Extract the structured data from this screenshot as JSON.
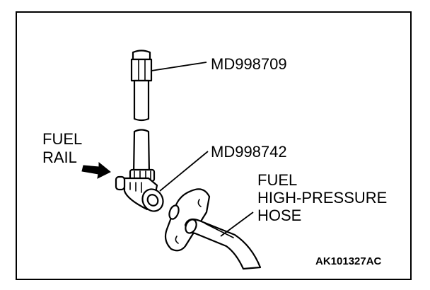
{
  "labels": {
    "tool_top": "MD998709",
    "tool_bottom": "MD998742",
    "fuel_rail_line1": "FUEL",
    "fuel_rail_line2": "RAIL",
    "hose_line1": "FUEL",
    "hose_line2": "HIGH-PRESSURE",
    "hose_line3": "HOSE",
    "figure_code": "AK101327AC"
  }
}
